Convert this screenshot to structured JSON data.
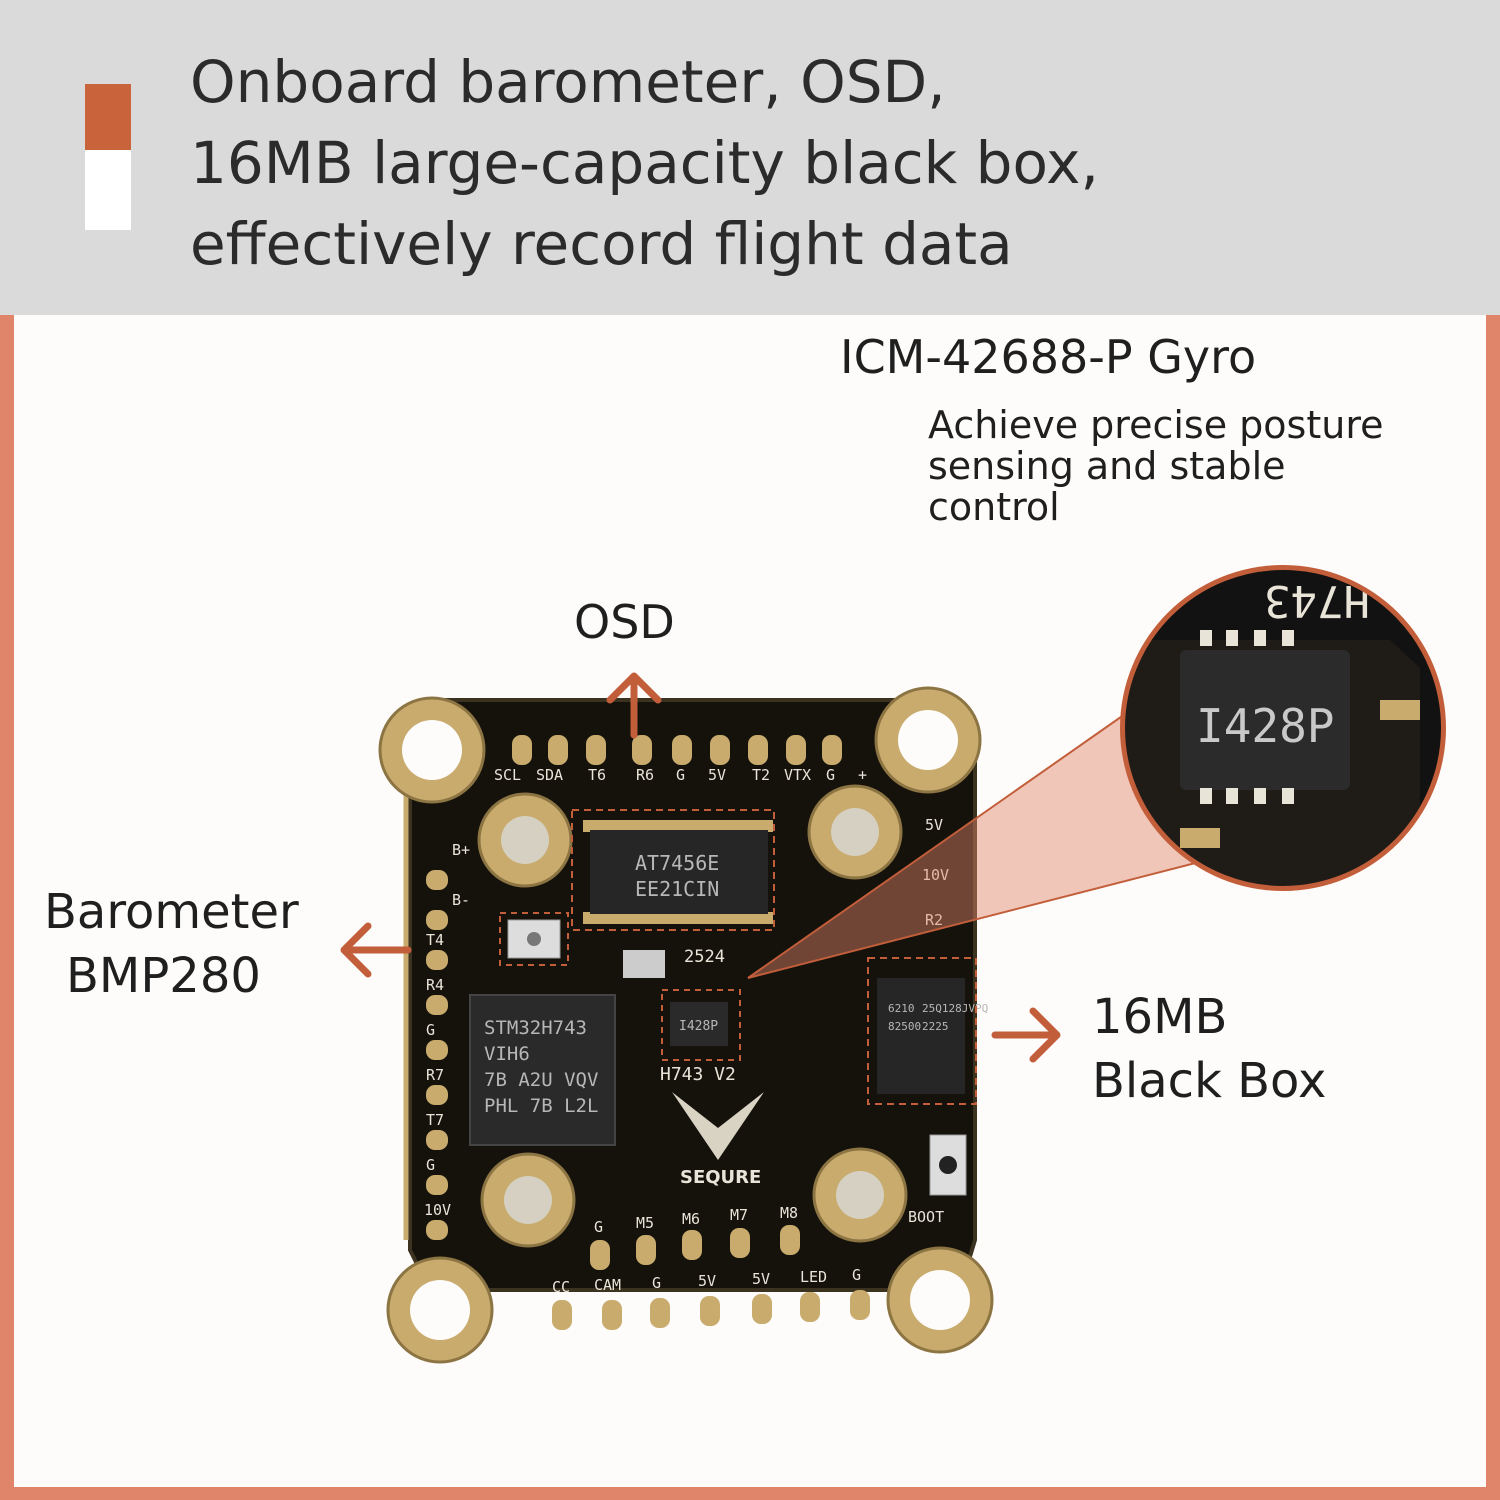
{
  "headline": {
    "line1": "Onboard barometer, OSD,",
    "line2": "16MB large-capacity black box,",
    "line3": "effectively record flight data"
  },
  "callouts": {
    "gyro": {
      "title": "ICM-42688-P Gyro",
      "desc_line1": "Achieve precise posture",
      "desc_line2": "sensing and stable",
      "desc_line3": "control"
    },
    "osd": "OSD",
    "barometer": {
      "line1": "Barometer",
      "line2": "BMP280"
    },
    "blackbox": {
      "line1": "16MB",
      "line2": "Black Box"
    }
  },
  "board": {
    "top_pads": [
      "SCL",
      "SDA",
      "T6",
      "R6",
      "G",
      "5V",
      "T2",
      "VTX",
      "G",
      "+"
    ],
    "left_pads": [
      "B+",
      "B-",
      "T4",
      "R4",
      "G",
      "R7",
      "T7",
      "G",
      "10V"
    ],
    "right_pads": [
      "5V",
      "10V",
      "R2"
    ],
    "bottom_pads_row1": [
      "G",
      "M5",
      "M6",
      "M7",
      "M8"
    ],
    "bottom_pads_row2": [
      "CC",
      "CAM",
      "G",
      "5V",
      "5V",
      "LED",
      "G"
    ],
    "boot_label": "BOOT",
    "mcu_lines": [
      "STM32H743",
      "VIH6",
      "7B A2U VQV",
      "PHL 7B L2L"
    ],
    "osd_chip_lines": [
      "AT7456E",
      "EE21CIN"
    ],
    "gyro_chip": "I428P",
    "flash_chip_lines": [
      "25Q128JVPQ",
      "2225"
    ],
    "flash_chip_lines2": [
      "6210",
      "82500"
    ],
    "board_name": "H743 V2",
    "code_label": "2524",
    "brand": "SEQURE",
    "zoom_chip": "I428P",
    "zoom_marking": "H743"
  },
  "colors": {
    "accent": "#c9633b",
    "arrow": "#c35e3a",
    "frame": "#e0856a",
    "header_bg": "#dadada",
    "pcb": "#15120c",
    "gold": "#c8ab6d"
  }
}
